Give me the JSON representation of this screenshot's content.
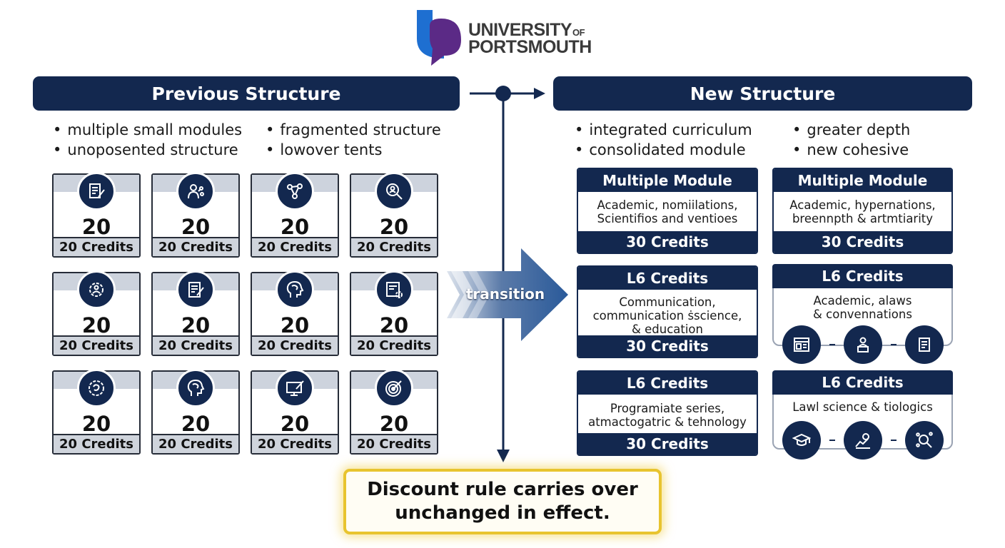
{
  "logo": {
    "line1": "UNIVERSITY",
    "line1_suffix": "OF",
    "line2": "PORTSMOUTH",
    "colors": {
      "blue": "#1e6fd1",
      "purple": "#5b2a86"
    }
  },
  "previous": {
    "title": "Previous Structure",
    "bullets": [
      "multiple small modules",
      "fragmented structure",
      "unoposented structure",
      "lowover tents"
    ],
    "cards": [
      {
        "icon": "document-edit-icon",
        "value": "20",
        "label": "20 Credits"
      },
      {
        "icon": "person-network-icon",
        "value": "20",
        "label": "20 Credits"
      },
      {
        "icon": "network-nodes-icon",
        "value": "20",
        "label": "20 Credits"
      },
      {
        "icon": "magnifier-person-icon",
        "value": "20",
        "label": "20 Credits"
      },
      {
        "icon": "gear-people-icon",
        "value": "20",
        "label": "20 Credits"
      },
      {
        "icon": "document-pen-icon",
        "value": "20",
        "label": "20 Credits"
      },
      {
        "icon": "brain-head-icon",
        "value": "20",
        "label": "20 Credits"
      },
      {
        "icon": "document-gear-icon",
        "value": "20",
        "label": "20 Credits"
      },
      {
        "icon": "gear-brain-icon",
        "value": "20",
        "label": "20 Credits"
      },
      {
        "icon": "brain-head-icon",
        "value": "20",
        "label": "20 Credits"
      },
      {
        "icon": "monitor-pen-icon",
        "value": "20",
        "label": "20 Credits"
      },
      {
        "icon": "target-icon",
        "value": "20",
        "label": "20 Credits"
      }
    ]
  },
  "transition": {
    "label": "transition"
  },
  "new": {
    "title": "New Structure",
    "bullets": [
      "integrated curriculum",
      "greater depth",
      "consolidated module",
      "new cohesive"
    ],
    "modules_left": [
      {
        "head": "Multiple Module",
        "body_lines": [
          "Academic, nomiilations,",
          "Scientifios and ventioes"
        ],
        "foot": "30 Credits"
      },
      {
        "head": "L6 Credits",
        "body_lines": [
          "Communication,",
          "communication ṡscience,",
          "& education"
        ],
        "foot": "30 Credits"
      },
      {
        "head": "L6 Credits",
        "body_lines": [
          "Programiate series,",
          "atmactogatric & tehnology"
        ],
        "foot": "30 Credits"
      }
    ],
    "modules_right": [
      {
        "head": "Multiple Module",
        "body_lines": [
          "Academic, hypernations,",
          "breennpth & artmtiarity"
        ],
        "foot": "30 Credits"
      },
      {
        "head": "L6 Credits",
        "body_lines": [
          "Academic, alaws",
          "& convennations"
        ],
        "icons": [
          "browser-window-icon",
          "person-podium-icon",
          "scroll-document-icon"
        ]
      },
      {
        "head": "L6 Credits",
        "body_lines": [
          "Lawl science & tiologics"
        ],
        "icons": [
          "graduation-cap-icon",
          "idea-chart-icon",
          "molecule-magnifier-icon"
        ]
      }
    ]
  },
  "discount": {
    "line1": "Discount rule carries over",
    "line2": "unchanged in effect."
  }
}
